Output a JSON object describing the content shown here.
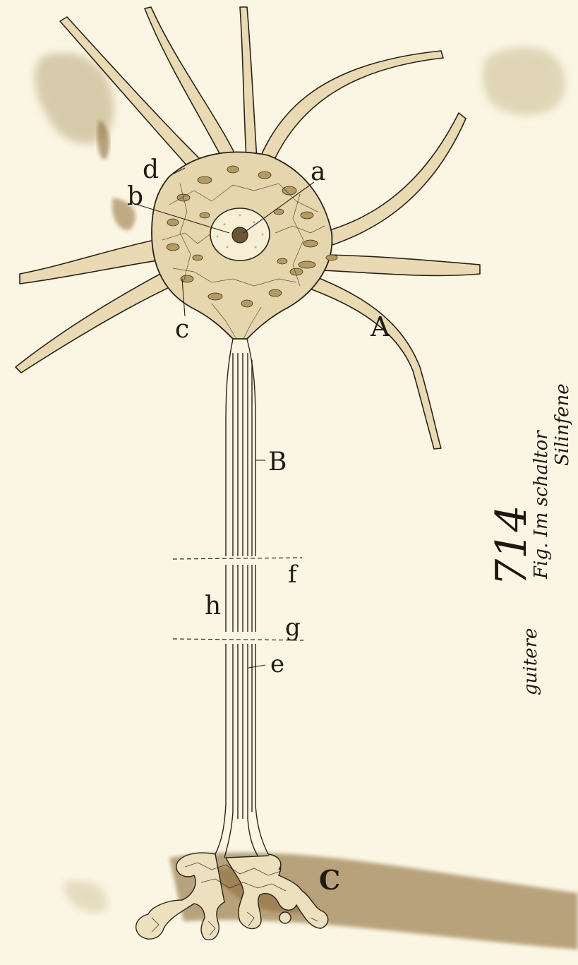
{
  "figure": {
    "labels": {
      "a": "a",
      "b": "b",
      "c": "c",
      "d": "d",
      "A": "A",
      "B": "B",
      "C": "C",
      "e": "e",
      "f": "f",
      "g": "g",
      "h": "h"
    },
    "annotation": {
      "number": "714",
      "line1": "Fig. Im schaltor",
      "line2": "Silinfene",
      "line3": "guitere"
    }
  },
  "colors": {
    "paper": "#fbf6e4",
    "ink": "#2a2216",
    "cell_fill": "#e6d6ad",
    "cell_dot": "#b49a63",
    "stain": "#a38a5c"
  }
}
